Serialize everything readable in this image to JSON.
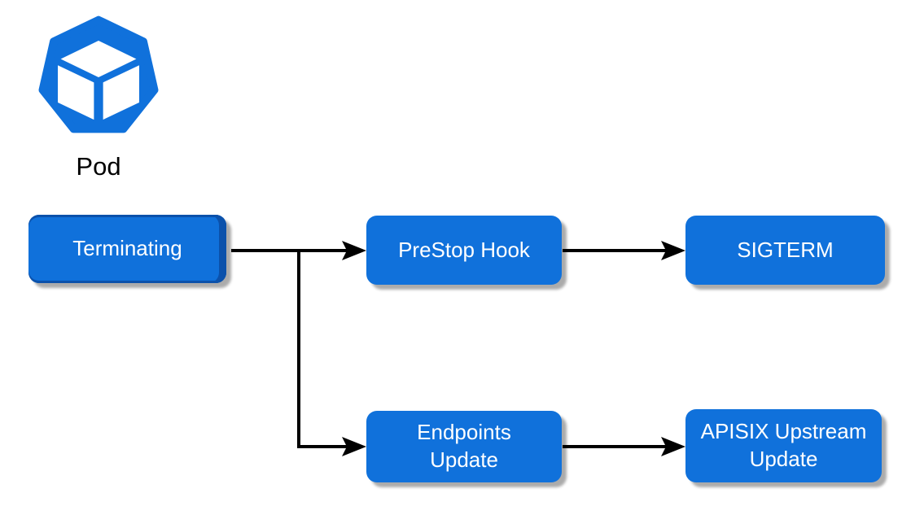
{
  "colors": {
    "canvas_bg": "#ffffff",
    "node_fill": "#1071db",
    "node_text": "#ffffff",
    "node_bevel": "#0b51ab",
    "arrow": "#000000",
    "pod_icon": "#1071db",
    "pod_label_color": "#000000"
  },
  "pod": {
    "label": "Pod",
    "icon": "kubernetes-pod-icon"
  },
  "nodes": [
    {
      "id": "terminating",
      "label": "Terminating"
    },
    {
      "id": "prestop-hook",
      "label": "PreStop Hook"
    },
    {
      "id": "sigterm",
      "label": "SIGTERM"
    },
    {
      "id": "endpoints-update",
      "label": "Endpoints\nUpdate"
    },
    {
      "id": "apisix-upstream-update",
      "label": "APISIX Upstream\nUpdate"
    }
  ],
  "edges": [
    {
      "from": "terminating",
      "to": "prestop-hook"
    },
    {
      "from": "terminating",
      "to": "endpoints-update"
    },
    {
      "from": "prestop-hook",
      "to": "sigterm"
    },
    {
      "from": "endpoints-update",
      "to": "apisix-upstream-update"
    }
  ]
}
